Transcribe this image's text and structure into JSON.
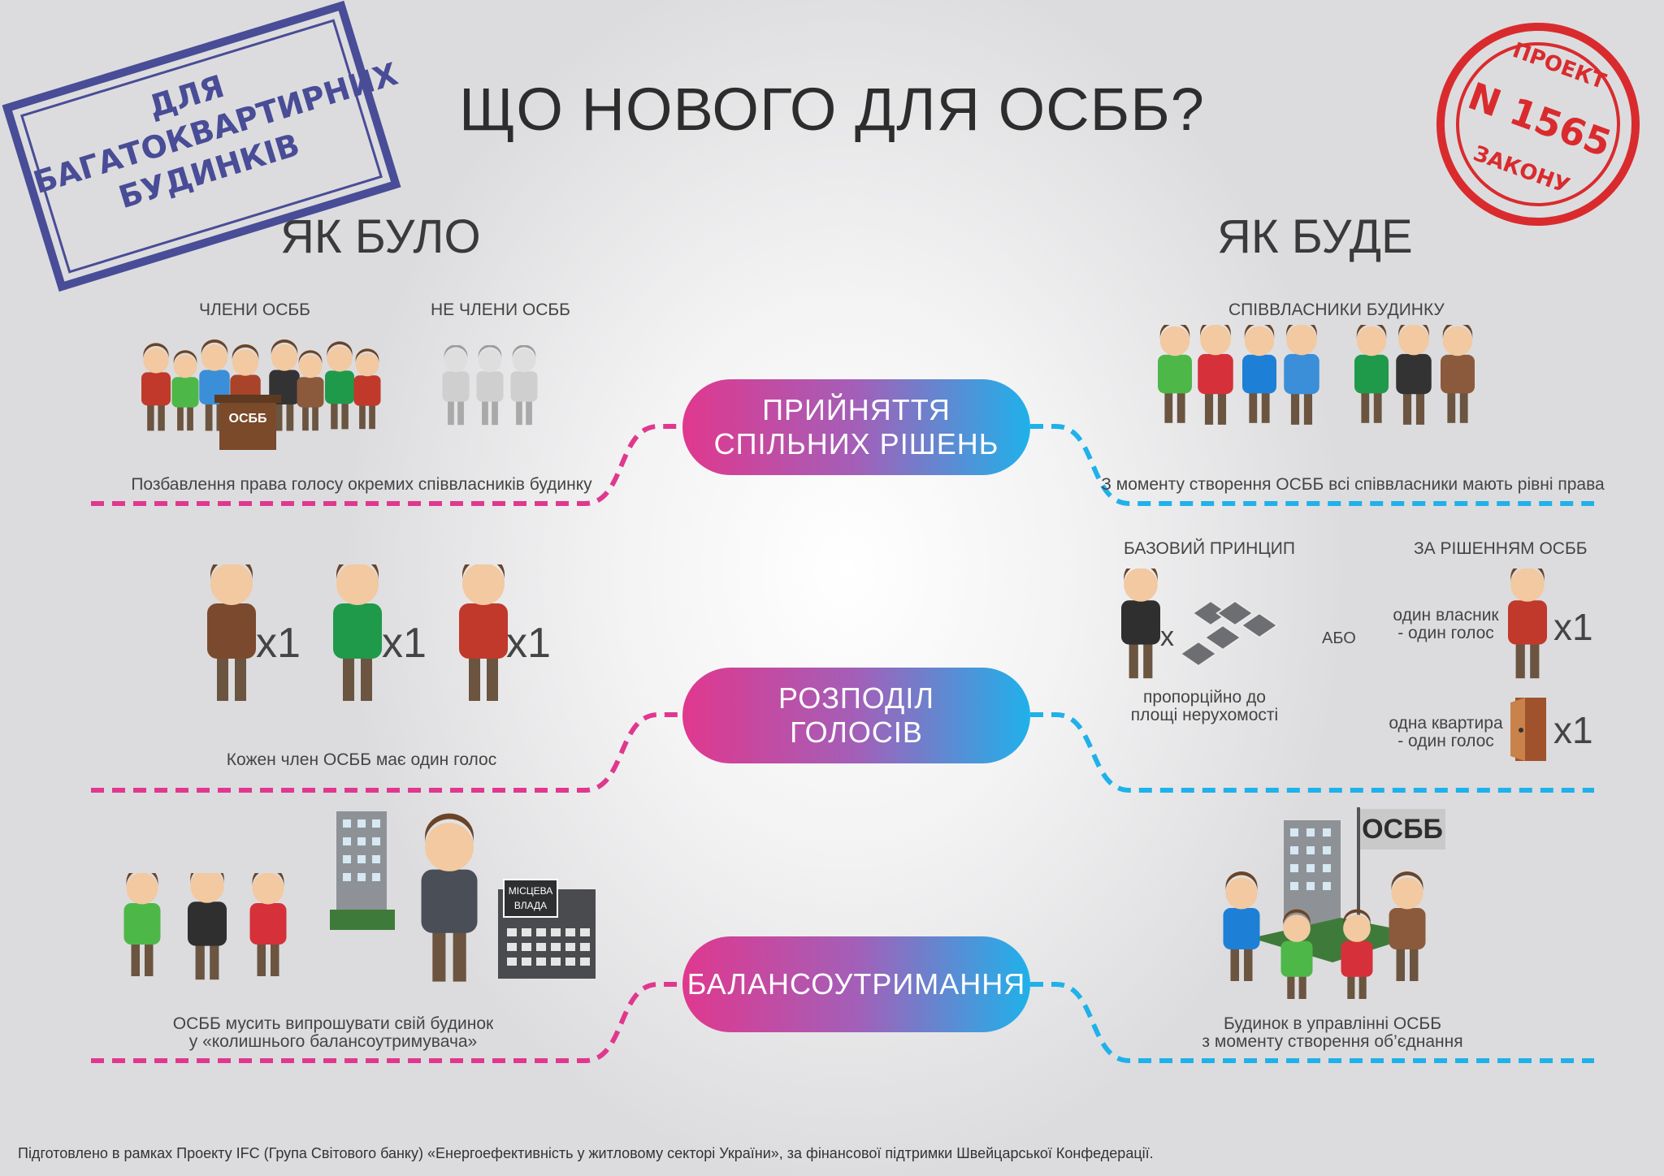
{
  "title": "ЩО НОВОГО ДЛЯ ОСББ?",
  "stamp_left": {
    "lines": [
      "ДЛЯ",
      "БАГАТОКВАРТИРНИХ",
      "БУДИНКІВ"
    ]
  },
  "stamp_right": {
    "top": "ПРОЕКТ",
    "middle": "N 1565",
    "bottom": "ЗАКОНУ"
  },
  "left_head": "ЯК БУЛО",
  "right_head": "ЯК БУДЕ",
  "colors": {
    "pink": "#e0388e",
    "blue": "#1fb1ea",
    "stamp_blue": "#3a3d8f",
    "stamp_red": "#d92b2e"
  },
  "row1": {
    "pill": [
      "ПРИЙНЯТТЯ",
      "СПІЛЬНИХ РІШЕНЬ"
    ],
    "left_labels": [
      "ЧЛЕНИ ОСББ",
      "НЕ ЧЛЕНИ ОСББ"
    ],
    "podium": "ОСББ",
    "left_caption": "Позбавлення права голосу окремих співвласників будинку",
    "right_label": "СПІВВЛАСНИКИ БУДИНКУ",
    "right_caption": "З моменту створення ОСББ всі співвласники  мають рівні права"
  },
  "row2": {
    "pill": [
      "РОЗПОДІЛ",
      "ГОЛОСІВ"
    ],
    "multiplier": "x1",
    "left_caption": "Кожен член ОСББ має один голос",
    "right_label_a": "БАЗОВИЙ ПРИНЦИП",
    "right_label_b": "ЗА РІШЕННЯМ ОСББ",
    "x_sign": "x",
    "proportional": [
      "пропорційно до",
      "площі нерухомості"
    ],
    "or": "АБО",
    "owner_vote": [
      "один власник",
      "- один голос"
    ],
    "flat_vote": [
      "одна квартира",
      "- один голос"
    ]
  },
  "row3": {
    "pill": "БАЛАНСОУТРИМАННЯ",
    "authority": [
      "МІСЦЕВА",
      "ВЛАДА"
    ],
    "flag": "ОСББ",
    "left_caption": [
      "ОСББ мусить випрошувати свій будинок",
      "у «колишнього балансоутримувача»"
    ],
    "right_caption": [
      "Будинок в управлінні ОСББ",
      "з моменту створення об’єднання"
    ]
  },
  "footer": "Підготовлено в рамках Проекту IFC (Група Світового банку) «Енергоефективність у житловому секторі України», за фінансової підтримки Швейцарської Конфедерації."
}
